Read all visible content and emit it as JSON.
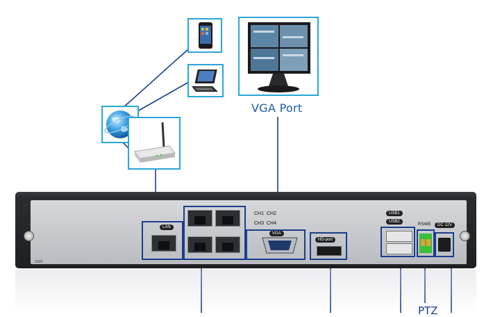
{
  "callouts": {
    "vga_port": "VGA Port",
    "ptz": "PTZ"
  },
  "panel_labels": {
    "lan": "LAN",
    "ch1": "CH1",
    "ch2": "CH2",
    "ch3": "CH3",
    "ch4": "CH4",
    "vga": "VGA",
    "hd_port": "HD-port",
    "usb1": "USB1",
    "usb2": "USB2",
    "rs485": "RS485",
    "dc": "DC 12V"
  },
  "colors": {
    "frame": "#2aa6d8",
    "connector_line": "#1a3e8c",
    "callout_text": "#1e5aa8"
  }
}
